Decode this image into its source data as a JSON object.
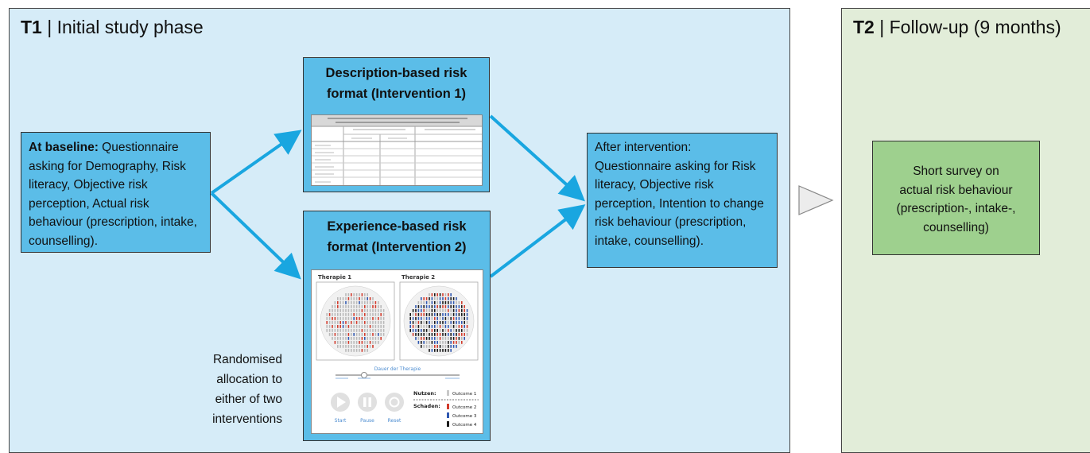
{
  "t1": {
    "label": "T1",
    "title": "Initial study phase"
  },
  "t2": {
    "label": "T2",
    "title": "Follow-up (9 months)"
  },
  "baseline": {
    "bold": "At baseline:",
    "text": " Questionnaire asking for Demography, Risk literacy, Objective risk perception, Actual risk behaviour (prescription, intake, counselling)."
  },
  "description_box": {
    "title_line1": "Description-based risk",
    "title_line2": "format (Intervention 1)"
  },
  "experience_box": {
    "title_line1": "Experience-based risk",
    "title_line2": "format (Intervention 2)"
  },
  "experience_screenshot": {
    "therapy1": "Therapie 1",
    "therapy2": "Therapie 2",
    "duration": "Dauer der Therapie",
    "nutzen": "Nutzen:",
    "schaden": "Schaden:",
    "outcome1": "Outcome 1",
    "outcome2": "Outcome 2",
    "outcome3": "Outcome 3",
    "outcome4": "Outcome 4",
    "start": "Start",
    "pause": "Pause",
    "reset": "Reset"
  },
  "after": {
    "line1": "After intervention:",
    "text": "Questionnaire asking for Risk literacy, Objective risk perception, Intention to change risk behaviour (prescription, intake, counselling)."
  },
  "randomised": [
    "Randomised",
    "allocation to",
    "either of two",
    "interventions"
  ],
  "survey": [
    "Short survey on",
    "actual risk behaviour",
    "(prescription-, intake-,",
    "counselling)"
  ],
  "colors": {
    "t1_bg": "#d6ecf8",
    "t2_bg": "#e2edd9",
    "box_blue": "#5bbde8",
    "survey_green": "#9ed08e",
    "arrow": "#19a6e0"
  }
}
